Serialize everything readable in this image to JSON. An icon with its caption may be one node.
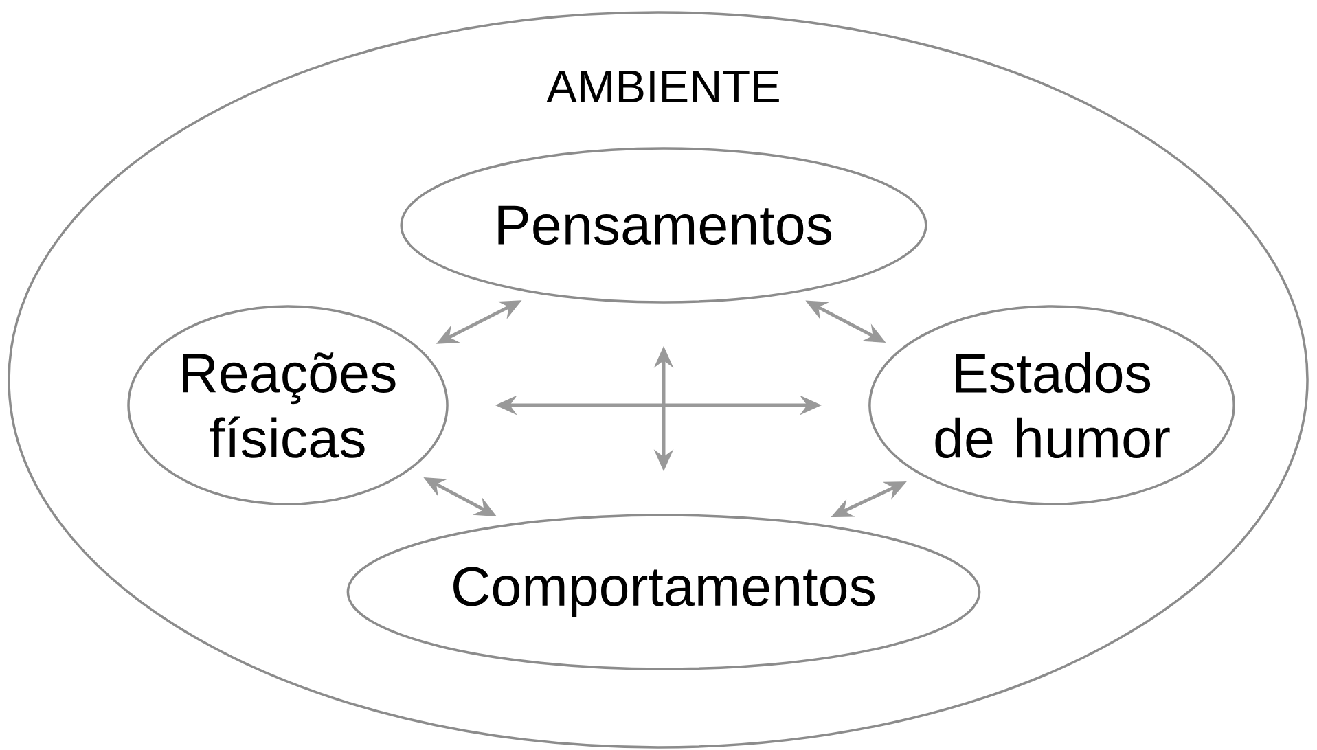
{
  "diagram": {
    "nodes": [
      {
        "text": [
          "AMBIENTE"
        ]
      },
      {
        "text": [
          "Pensamentos"
        ],
        "in": 0
      },
      {
        "text": [
          "Reações físicas"
        ],
        "in": 0
      },
      {
        "text": [
          "Estados de humor"
        ],
        "in": 0
      },
      {
        "text": [
          "Comportamentos"
        ],
        "in": 0
      }
    ],
    "edges": [
      {
        "from": 1,
        "to": 2,
        "arrow": "both"
      },
      {
        "from": 1,
        "to": 3,
        "arrow": "both"
      },
      {
        "from": 2,
        "to": 3,
        "arrow": "both"
      },
      {
        "from": 1,
        "to": 4,
        "arrow": "both"
      },
      {
        "from": 2,
        "to": 4,
        "arrow": "both"
      },
      {
        "from": 3,
        "to": 4,
        "arrow": "both"
      }
    ]
  }
}
